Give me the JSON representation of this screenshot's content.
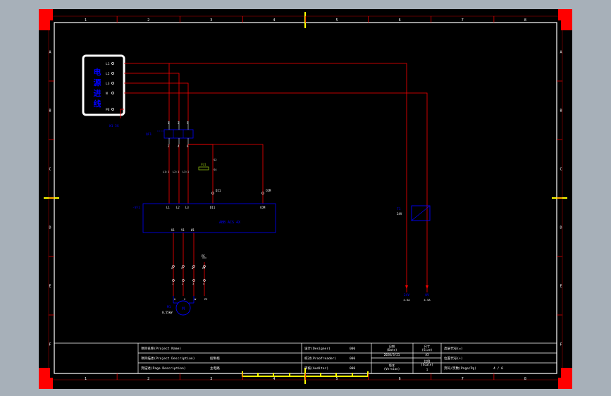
{
  "grid": {
    "columns": [
      "1",
      "2",
      "3",
      "4",
      "5",
      "6",
      "7",
      "8"
    ],
    "rows": [
      "A",
      "B",
      "C",
      "D",
      "E",
      "F"
    ]
  },
  "source_box": {
    "title_chars": [
      "电",
      "源",
      "进",
      "线"
    ],
    "terminals": [
      "L1",
      "L2",
      "L3",
      "N",
      "PE"
    ],
    "cable_tag": "W1 5G"
  },
  "breaker": {
    "tag": "QF1",
    "top_terminals": [
      "1",
      "3",
      "5"
    ],
    "bottom_terminals": [
      "2",
      "4",
      "6"
    ]
  },
  "wire_labels": {
    "l1": "L1:1",
    "l2": "L2:1",
    "l3": "L3:1",
    "s2": "S2",
    "s4": "S4",
    "fuse": "FU1"
  },
  "drive": {
    "tag": "-VF1",
    "name": "ABB ACS 4X",
    "inputs": [
      "L1",
      "L2",
      "L3",
      "DI1",
      "COM"
    ],
    "outputs": [
      "U1",
      "V1",
      "W1"
    ],
    "di_labels": [
      "DI1",
      "COM"
    ]
  },
  "motor": {
    "tag": "M1",
    "power": "0.55kW",
    "terminals": [
      "U",
      "V",
      "W",
      "PE"
    ]
  },
  "output_terminals": {
    "pe_tag": "PE",
    "top_labels": [
      "U",
      "V",
      "W",
      "PE"
    ],
    "bottom_labels": [
      "1",
      "2",
      "3",
      "4"
    ]
  },
  "psu": {
    "tag": "T1",
    "type": "24V",
    "outputs": [
      {
        "tag": "24V",
        "value": "4.5A"
      },
      {
        "tag": "0V",
        "value": "4.5A"
      }
    ]
  },
  "title_block": {
    "project_name_label": "项目名称(Project Name)",
    "project_desc_label": "项目描述(Project Description)",
    "project_desc_value": "控制柜",
    "page_desc_label": "页描述(Page Description)",
    "page_desc_value": "主电路",
    "designer_label": "设计(Designer)",
    "designer_value": "006",
    "proofreader_label": "校对(Proofreader)",
    "proofreader_value": "006",
    "auditor_label": "审核(Auditor)",
    "auditor_value": "006",
    "date_label": "日期\n(Date)",
    "date_value": "2020/3/21",
    "version_label": "版本\n(Version)",
    "size_label": "尺寸\n(Size)",
    "size_value": "A3",
    "scale_label": "比例\n(Scale)",
    "scale_value": "1",
    "hi_code_label": "高层代号(=)",
    "loc_code_label": "位置代号(+)",
    "page_label": "页码/页数(Page/Pg)",
    "page_value": "4 / 6"
  },
  "colors": {
    "background": "#000000",
    "frame": "#ffffff",
    "wire": "#ff0000",
    "text": "#0000ff",
    "symbol": "#0000ff",
    "highlight": "#ffff00",
    "corner": "#ff0000",
    "title_text": "#ffffff",
    "outer": "#a7b0b9"
  }
}
